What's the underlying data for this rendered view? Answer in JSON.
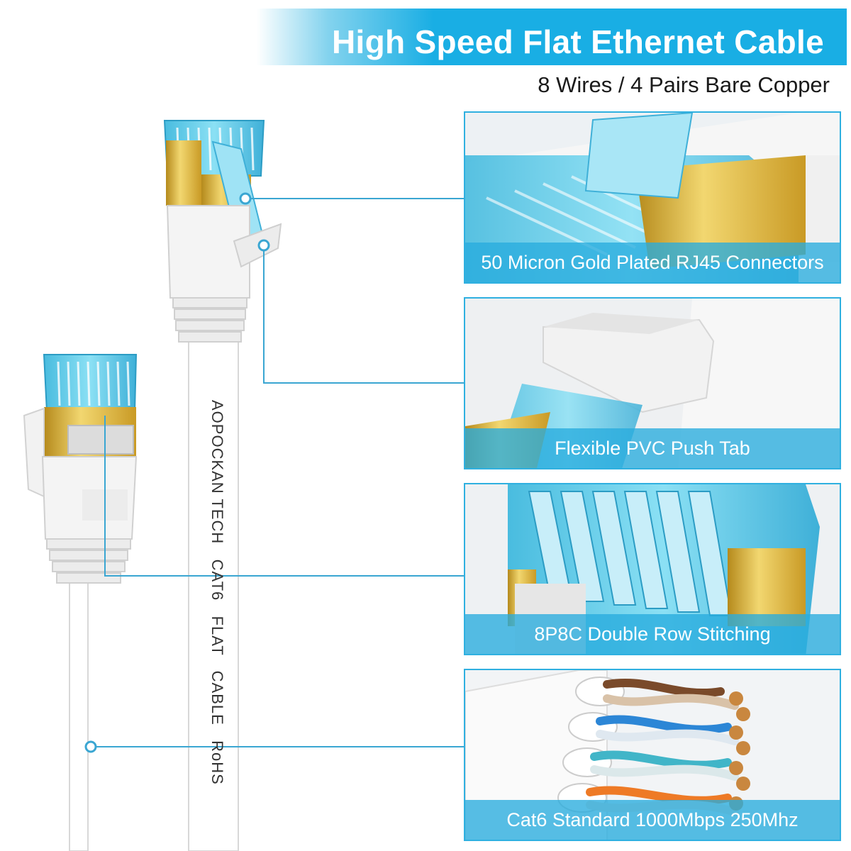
{
  "header": {
    "title": "High Speed Flat Ethernet Cable",
    "subtitle": "8 Wires / 4 Pairs Bare Copper"
  },
  "cable": {
    "print_text": "AOPOCKAN TECH   CAT6   FLAT   CABLE   RoHS"
  },
  "panels": [
    {
      "caption": "50 Micron Gold Plated RJ45 Connectors"
    },
    {
      "caption": "Flexible PVC Push Tab"
    },
    {
      "caption": "8P8C Double Row Stitching"
    },
    {
      "caption": "Cat6 Standard 1000Mbps 250Mhz"
    }
  ],
  "colors": {
    "accent": "#19aee4",
    "connector_blue": "#6fd4ee",
    "gold": "#d9b238",
    "callout_line": "#3aa6d2"
  },
  "icons": {
    "callout": "callout-dot-icon"
  }
}
